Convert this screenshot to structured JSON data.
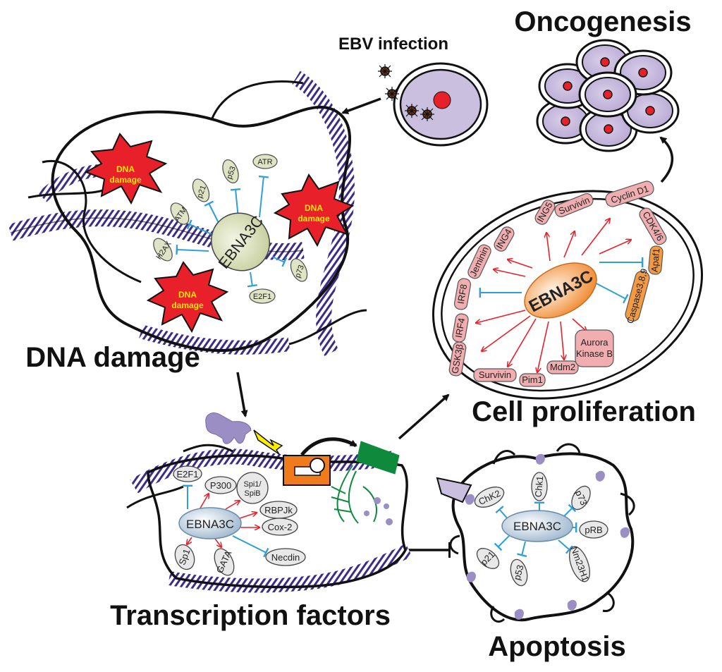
{
  "titles": {
    "oncogenesis": "Oncogenesis",
    "ebv_infection": "EBV infection",
    "dna_damage": "DNA damage",
    "cell_proliferation": "Cell proliferation",
    "transcription_factors": "Transcription factors",
    "apoptosis": "Apoptosis"
  },
  "dna_damage_panel": {
    "center": "EBNA3C",
    "burst_line1": "DNA",
    "burst_line2": "damage",
    "targets": [
      "p21",
      "p53",
      "ATR",
      "ATM",
      "H2AX",
      "E2F1",
      "p73"
    ]
  },
  "proliferation_panel": {
    "center": "EBNA3C",
    "activated": [
      "ING5",
      "Survivin",
      "Cyclin D1",
      "ING4",
      "CDK4/6",
      "Jeminin",
      "IRF4",
      "GSK3β",
      "Survivin",
      "Pim1",
      "Mdm2",
      "Aurora",
      "Kinase B"
    ],
    "inhibited": [
      "IRF8",
      "Apaf1",
      "Caspase3,8,9"
    ]
  },
  "transcription_panel": {
    "center": "EBNA3C",
    "activated": [
      "P300",
      "Spi1/",
      "SpiB",
      "RBPJk",
      "Cox-2",
      "Sp1",
      "GATA"
    ],
    "inhibited": [
      "E2F1",
      "Necdin"
    ]
  },
  "apoptosis_panel": {
    "center": "EBNA3C",
    "targets": [
      "ChK2",
      "Chk1",
      "p73",
      "pRB",
      "Nm23H1",
      "p53",
      "p21"
    ]
  },
  "colors": {
    "dna_stripe": "#3d2a8a",
    "cell_fill": "#cbbfe0",
    "nucleus_red": "#e8202a",
    "burst_red": "#e8202a",
    "damage_text": "#ffe400",
    "green_node": "#dfe4c4",
    "pink_node": "#f1aeb0",
    "orange_node": "#f49a40",
    "activation_arrow": "#e8202a",
    "inhibition": "#2ea0d6",
    "switch_orange": "#f07b1c",
    "gene_green": "#0f8a3c",
    "purple_shape": "#9b8ec4"
  }
}
